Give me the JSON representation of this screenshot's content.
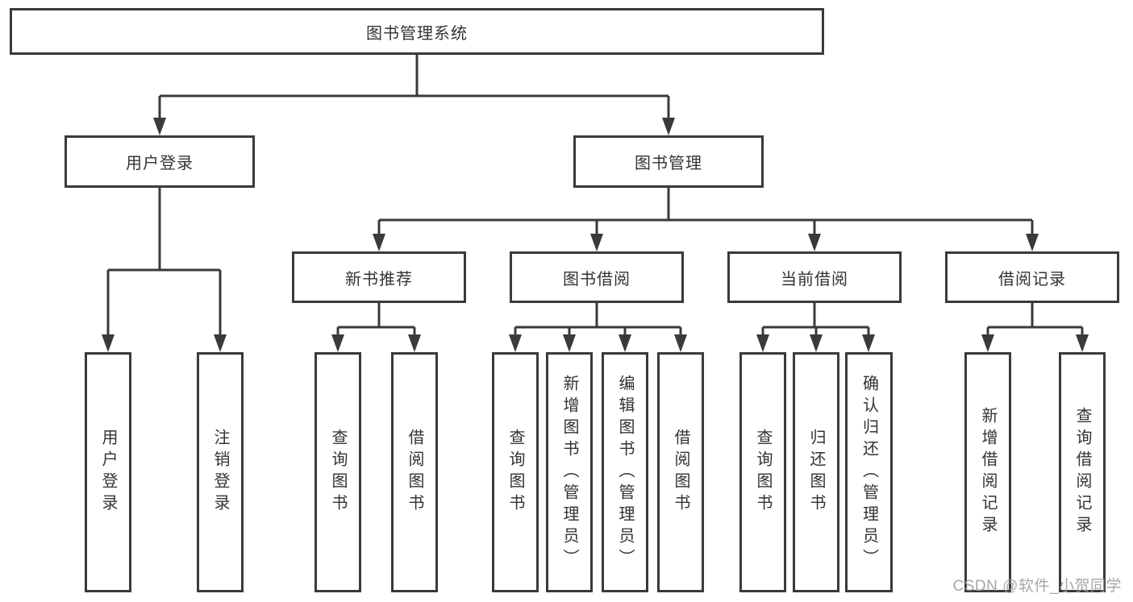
{
  "tree": {
    "label": "图书管理系统",
    "children": [
      {
        "label": "用户登录",
        "children": [
          {
            "label": "用户登录"
          },
          {
            "label": "注销登录"
          }
        ]
      },
      {
        "label": "图书管理",
        "children": [
          {
            "label": "新书推荐",
            "children": [
              {
                "label": "查询图书"
              },
              {
                "label": "借阅图书"
              }
            ]
          },
          {
            "label": "图书借阅",
            "children": [
              {
                "label": "查询图书"
              },
              {
                "label": "新增图书（管理员）"
              },
              {
                "label": "编辑图书（管理员）"
              },
              {
                "label": "借阅图书"
              }
            ]
          },
          {
            "label": "当前借阅",
            "children": [
              {
                "label": "查询图书"
              },
              {
                "label": "归还图书"
              },
              {
                "label": "确认归还（管理员）"
              }
            ]
          },
          {
            "label": "借阅记录",
            "children": [
              {
                "label": "新增借阅记录"
              },
              {
                "label": "查询借阅记录"
              }
            ]
          }
        ]
      }
    ]
  },
  "watermark": {
    "text": "CSDN @软件_小贺同学"
  },
  "colors": {
    "line": "#3a3a3a",
    "box_border": "#3a3a3a",
    "text": "#333333",
    "watermark": "#9f9f9f",
    "background": "#ffffff"
  }
}
